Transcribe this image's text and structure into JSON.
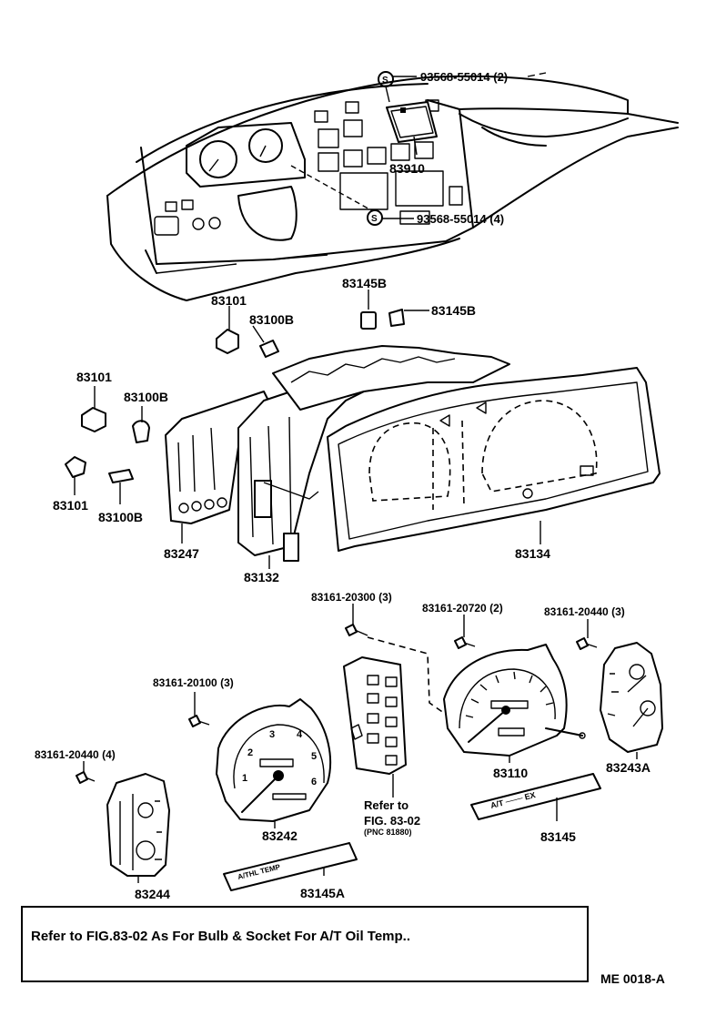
{
  "labels": {
    "p93568_55014_top": "93568-55014 (2)",
    "p83910": "83910",
    "p93568_55014_bot": "93568-55014 (4)",
    "p83145b_a": "83145B",
    "p83145b_b": "83145B",
    "p83101_a": "83101",
    "p83100b_a": "83100B",
    "p83101_b": "83101",
    "p83100b_b": "83100B",
    "p83101_c": "83101",
    "p83100b_c": "83100B",
    "p83247": "83247",
    "p83132": "83132",
    "p83134": "83134",
    "p83161_20300": "83161-20300 (3)",
    "p83161_20720": "83161-20720 (2)",
    "p83161_20440_r": "83161-20440 (3)",
    "p83161_20100": "83161-20100 (3)",
    "p83161_20440_l": "83161-20440 (4)",
    "p83110": "83110",
    "p83243a": "83243A",
    "p83242": "83242",
    "p83244": "83244",
    "p83145a": "83145A",
    "p83145": "83145",
    "refer_line1": "Refer to",
    "refer_line2": "FIG. 83-02",
    "refer_pnc": "(PNC 81880)",
    "s_mark": "S"
  },
  "note": "Refer to FIG.83-02 As For Bulb & Socket For A/T Oil Temp..",
  "figure_code": "ME 0018-A",
  "gauge_text": {
    "tach_digits": [
      "1",
      "2",
      "3",
      "4",
      "5",
      "6"
    ],
    "plate_83145": "A/T ─── EX",
    "plate_83145a": "A/THL TEMP"
  }
}
